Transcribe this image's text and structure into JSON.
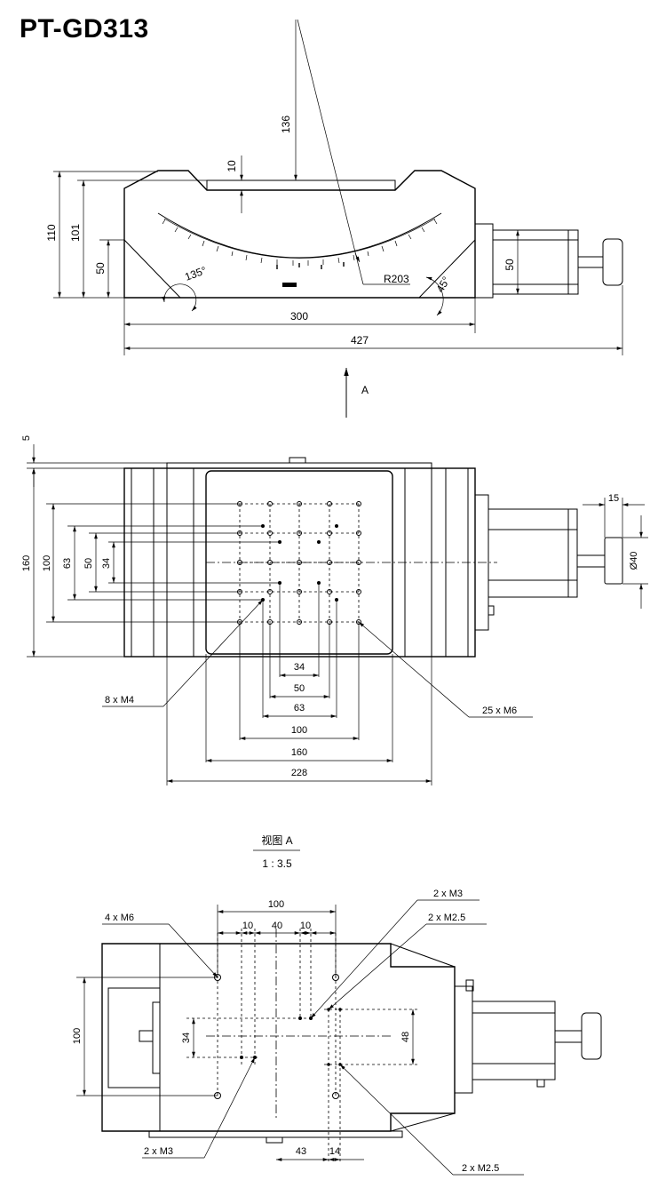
{
  "title": "PT-GD313",
  "top_view": {
    "dims": {
      "d136": "136",
      "d10": "10",
      "d110": "110",
      "d101": "101",
      "d50_left": "50",
      "d50_right": "50",
      "d300": "300",
      "d427": "427",
      "radius": "R203",
      "angle_left": "135°",
      "angle_right": "45°"
    },
    "view_arrow_label": "A"
  },
  "plan_view": {
    "dims": {
      "d5": "5",
      "d160": "160",
      "d100": "100",
      "d63": "63",
      "d50": "50",
      "d34": "34",
      "d15": "15",
      "d40": "Ø40",
      "h34": "34",
      "h50": "50",
      "h63": "63",
      "h100": "100",
      "h160": "160",
      "h228": "228"
    },
    "callouts": {
      "m4": "8 x  M4",
      "m6": "25 x  M6"
    }
  },
  "view_a": {
    "heading": "视图 A",
    "scale": "1 : 3.5",
    "dims": {
      "d100_top": "100",
      "d10a": "10",
      "d40": "40",
      "d10b": "10",
      "d100_left": "100",
      "d34": "34",
      "d48": "48",
      "d43": "43",
      "d14": "14"
    },
    "callouts": {
      "m6": "4 x  M6",
      "m3_top": "2 x  M3",
      "m25_top": "2 x  M2.5",
      "m3_bottom": "2 x  M3",
      "m25_bottom": "2 x  M2.5"
    }
  }
}
